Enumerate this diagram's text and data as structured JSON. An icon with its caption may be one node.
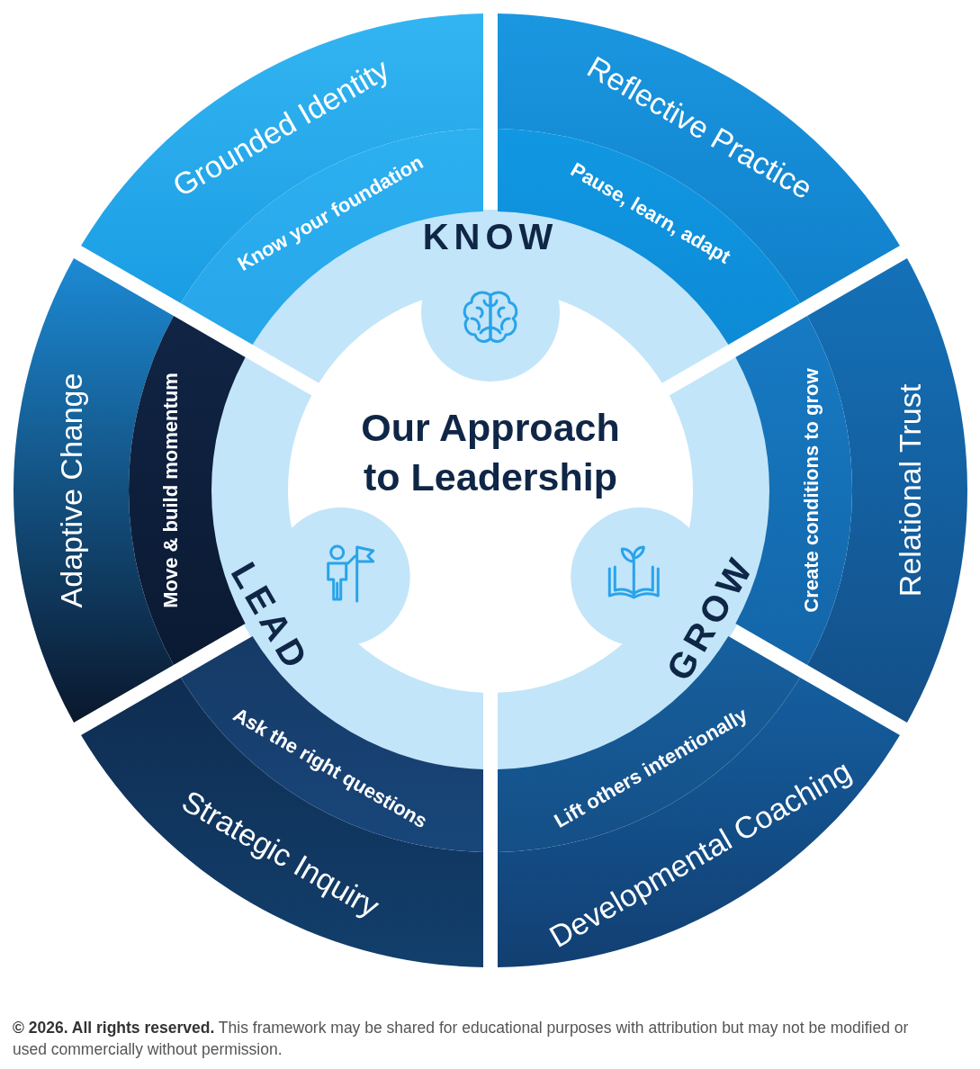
{
  "diagram": {
    "nodes": [
      {
        "text": [
          "Our Approach to Leadership"
        ]
      },
      {
        "text": [
          "KNOW"
        ]
      },
      {
        "text": [
          "GROW"
        ]
      },
      {
        "text": [
          "LEAD"
        ]
      },
      {
        "text": [
          "Grounded Identity"
        ]
      },
      {
        "text": [
          "Reflective Practice"
        ]
      },
      {
        "text": [
          "Relational Trust"
        ]
      },
      {
        "text": [
          "Developmental Coaching"
        ]
      },
      {
        "text": [
          "Strategic Inquiry"
        ]
      },
      {
        "text": [
          "Adaptive Change"
        ]
      },
      {
        "text": [
          "Know your foundation"
        ]
      },
      {
        "text": [
          "Pause, learn, adapt"
        ]
      },
      {
        "text": [
          "Create conditions to grow"
        ]
      },
      {
        "text": [
          "Lift others intentionally"
        ]
      },
      {
        "text": [
          "Ask the right questions"
        ]
      },
      {
        "text": [
          "Move & build momentum"
        ]
      }
    ],
    "labels": [
      "**© 2026. All rights reserved.** This framework may be shared for educational purposes with attribution but may not be modified or used commercially without permission."
    ]
  }
}
